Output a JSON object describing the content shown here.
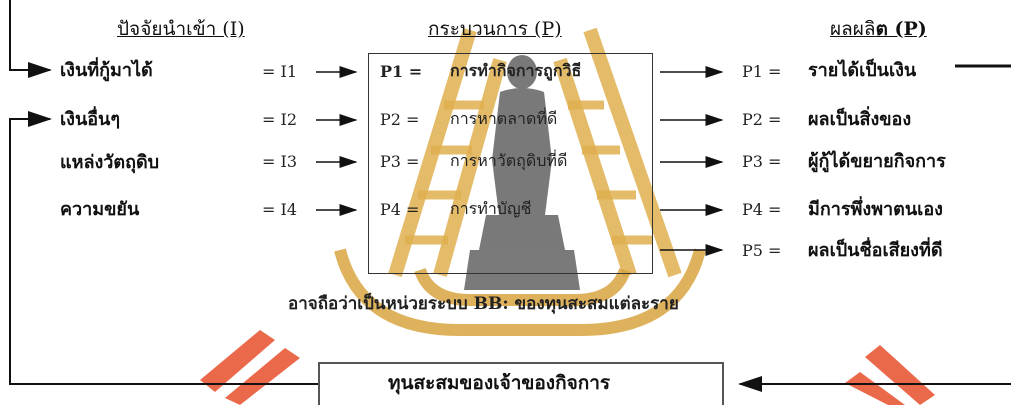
{
  "headers": {
    "input": "ปัจจัยนำเข้า (I)",
    "process": "กระบวนการ (P)",
    "output_prefix": "ผลผลิ",
    "output_bold": "ต (P)"
  },
  "inputs": [
    {
      "label": "เงินที่กู้มาได้",
      "code": "= I1"
    },
    {
      "label": "เงินอื่นๆ",
      "code": "= I2"
    },
    {
      "label": "แหล่งวัตถุดิบ",
      "code": "= I3"
    },
    {
      "label": "ความขยัน",
      "code": "= I4"
    }
  ],
  "processes": [
    {
      "code": "P1 =",
      "label": "การทำกิจการถูกวิธี"
    },
    {
      "code": "P2 =",
      "label": "การหาตลาดที่ดี"
    },
    {
      "code": "P3 =",
      "label": "การหาวัตถุดิบที่ดี"
    },
    {
      "code": "P4 =",
      "label": "การทำบัญชี"
    }
  ],
  "outputs": [
    {
      "code": "P1 =",
      "label": "รายได้เป็นเงิน"
    },
    {
      "code": "P2 =",
      "label": "ผลเป็นสิ่งของ"
    },
    {
      "code": "P3 =",
      "label": "ผู้กู้ได้ขยายกิจการ"
    },
    {
      "code": "P4 =",
      "label": "มีการพึ่งพาตนเอง"
    },
    {
      "code": "P5 =",
      "label": "ผลเป็นชื่อเสียงที่ดี"
    }
  ],
  "system_note": "อาจถือว่าเป็นหน่วยระบบ BB: ของทุนสะสมแต่ละราย",
  "capital_box": "ทุนสะสมของเจ้าของกิจการ",
  "colors": {
    "watermark_gold": "#d9a441",
    "watermark_red": "#e8502c",
    "watermark_gray": "#6b6b6b",
    "ink": "#111111"
  }
}
